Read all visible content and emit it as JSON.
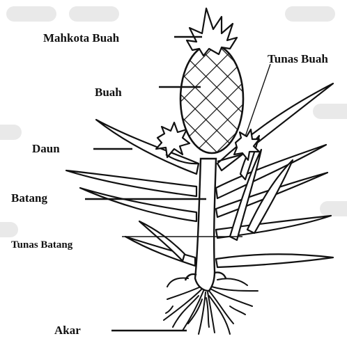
{
  "diagram": {
    "labels": {
      "mahkota_buah": "Mahkota Buah",
      "tunas_buah": "Tunas Buah",
      "buah": "Buah",
      "daun": "Daun",
      "batang": "Batang",
      "tunas_batang": "Tunas Batang",
      "akar": "Akar"
    }
  },
  "colors": {
    "ink": "#111111",
    "background": "#ffffff",
    "watermark": "#e9e9e9"
  }
}
